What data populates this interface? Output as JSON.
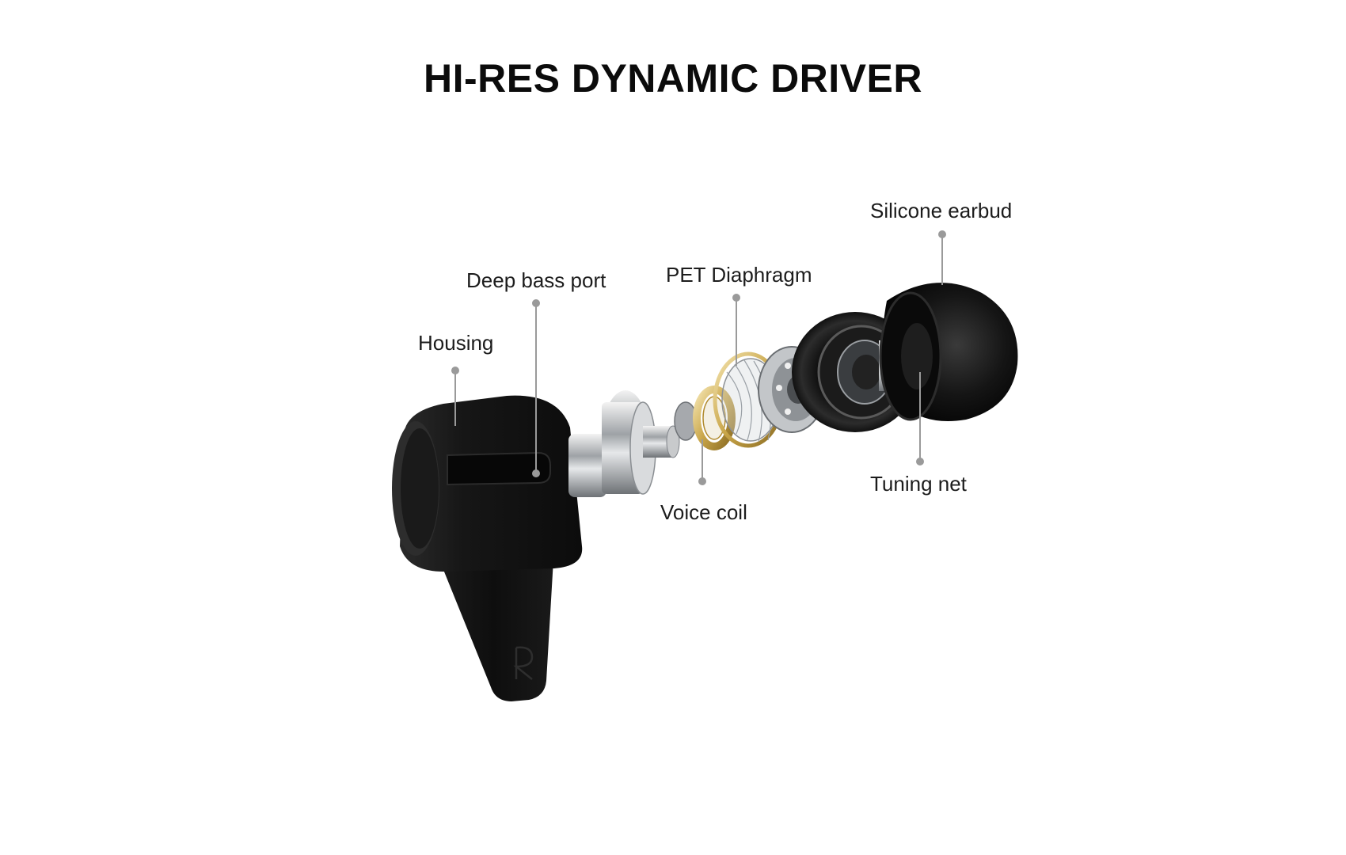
{
  "title": "HI-RES DYNAMIC DRIVER",
  "labels": {
    "housing": "Housing",
    "deep_bass_port": "Deep bass port",
    "pet_diaphragm": "PET Diaphragm",
    "silicone_earbud": "Silicone earbud",
    "voice_coil": "Voice coil",
    "tuning_net": "Tuning net"
  },
  "side_mark": "R",
  "colors": {
    "background": "#ffffff",
    "title": "#0b0b0b",
    "label_text": "#1c1c1c",
    "leader": "#9a9a9a",
    "housing_black": "#141414",
    "metal": "#b9bcbf",
    "voice_coil_gold": "#c9a64a"
  }
}
